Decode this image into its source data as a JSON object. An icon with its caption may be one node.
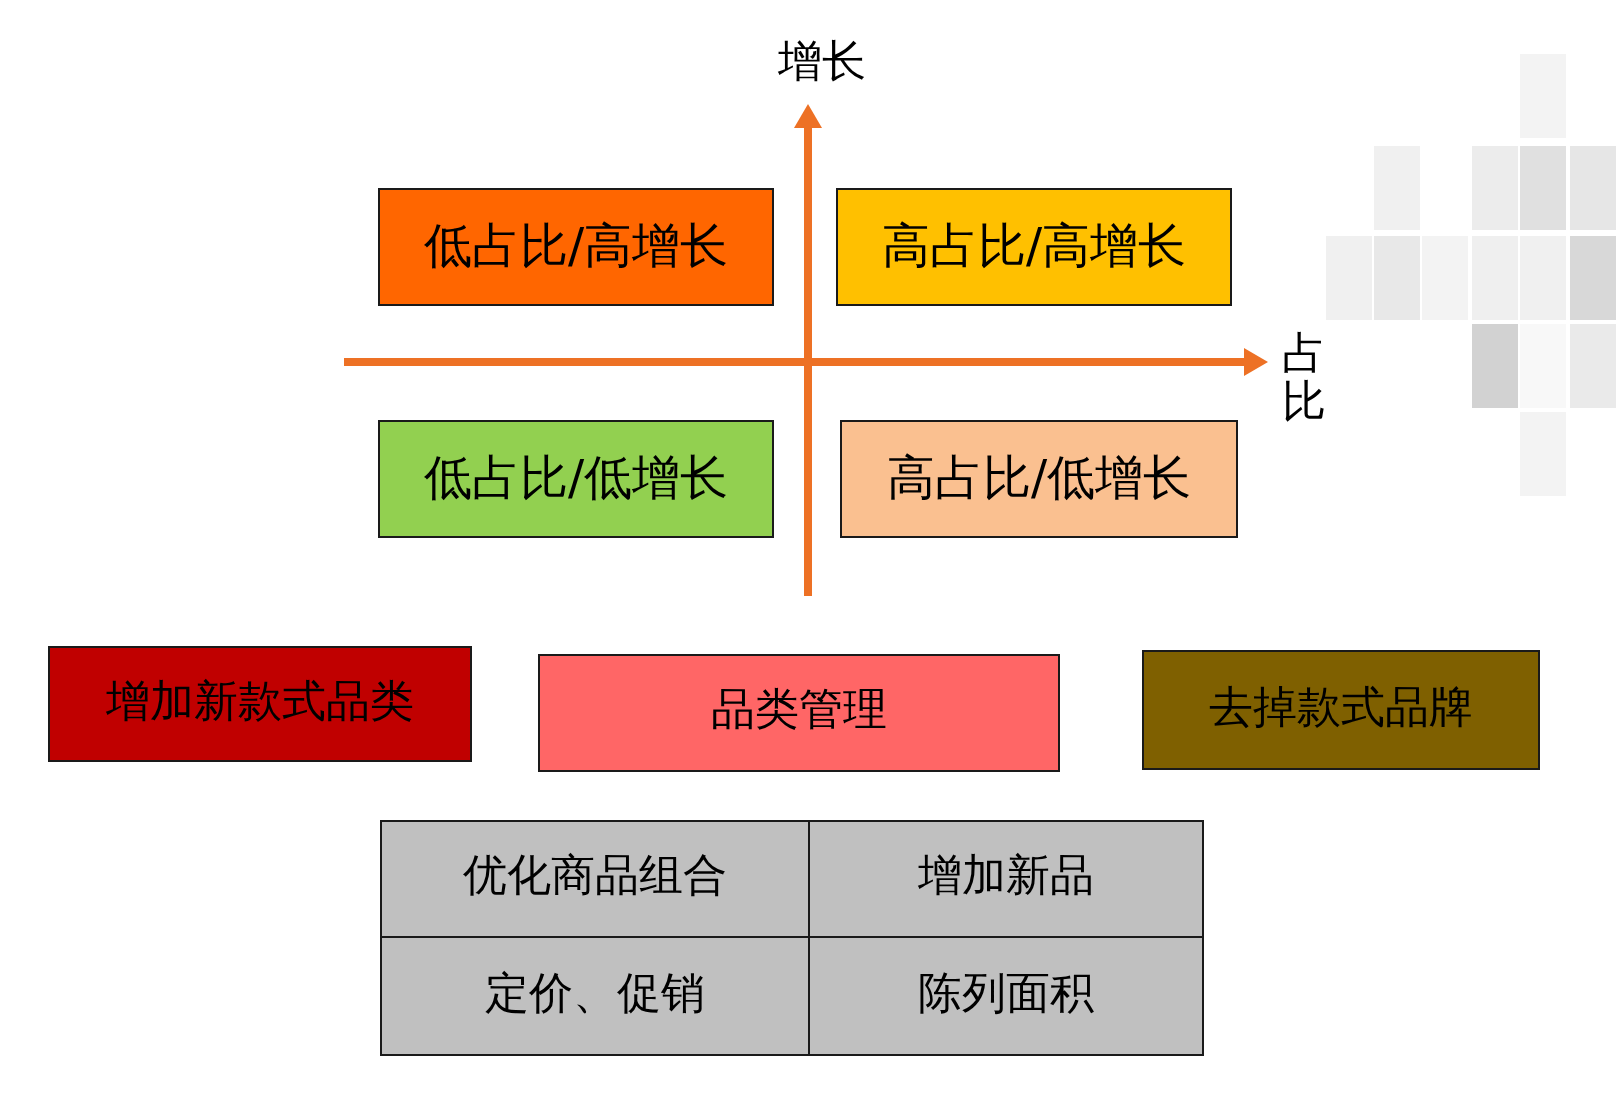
{
  "diagram": {
    "nodes": [
      {
        "text": [
          "低占比/高增长"
        ]
      },
      {
        "text": [
          "高占比/高增长"
        ]
      },
      {
        "text": [
          "低占比/低增长"
        ]
      },
      {
        "text": [
          "高占比/低增长"
        ]
      },
      {
        "text": [
          "增加新款式品类"
        ]
      },
      {
        "text": [
          "品类管理"
        ]
      },
      {
        "text": [
          "去掉款式品牌"
        ]
      },
      {
        "text": [
          "优化商品组合"
        ]
      },
      {
        "text": [
          "增加新品"
        ]
      },
      {
        "text": [
          "定价、促销"
        ]
      },
      {
        "text": [
          "陈列面积"
        ]
      }
    ],
    "labels": [
      "增长",
      "占比"
    ]
  }
}
